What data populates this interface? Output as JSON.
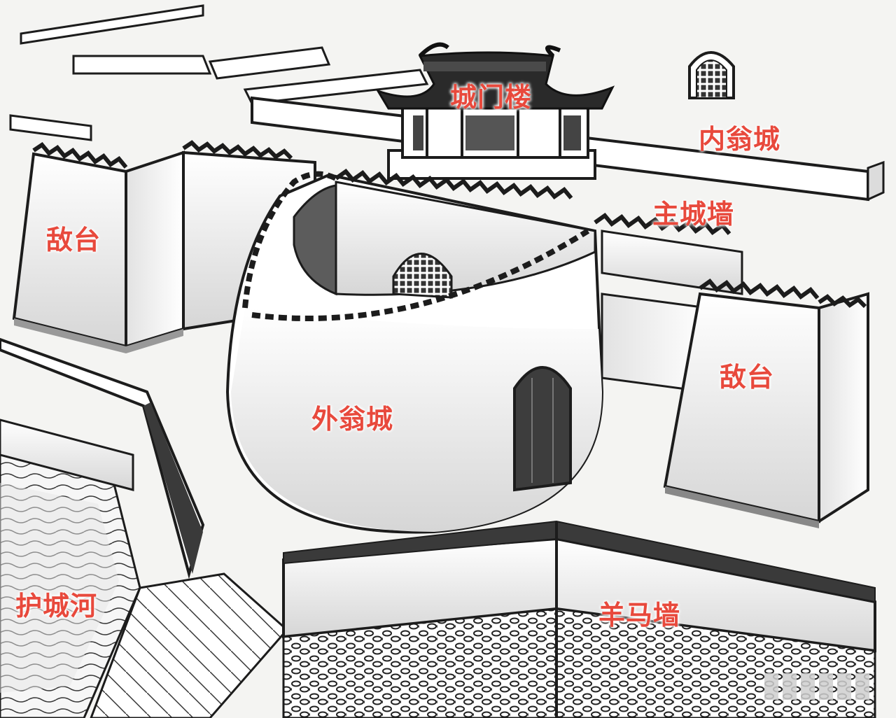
{
  "diagram": {
    "labels": {
      "gate_tower": "城门楼",
      "inner_barbican": "内翁城",
      "main_wall": "主城墙",
      "enemy_tower_left": "敌台",
      "enemy_tower_right": "敌台",
      "outer_barbican": "外翁城",
      "moat": "护城河",
      "sheep_horse_wall": "羊马墙"
    },
    "colors": {
      "label": "#e8493c",
      "ink": "#1c1c1c",
      "wall_face": "#ffffff",
      "shade": "#cfcfcf",
      "roof": "#2a2a2a",
      "background": "#f4f4f2"
    }
  }
}
